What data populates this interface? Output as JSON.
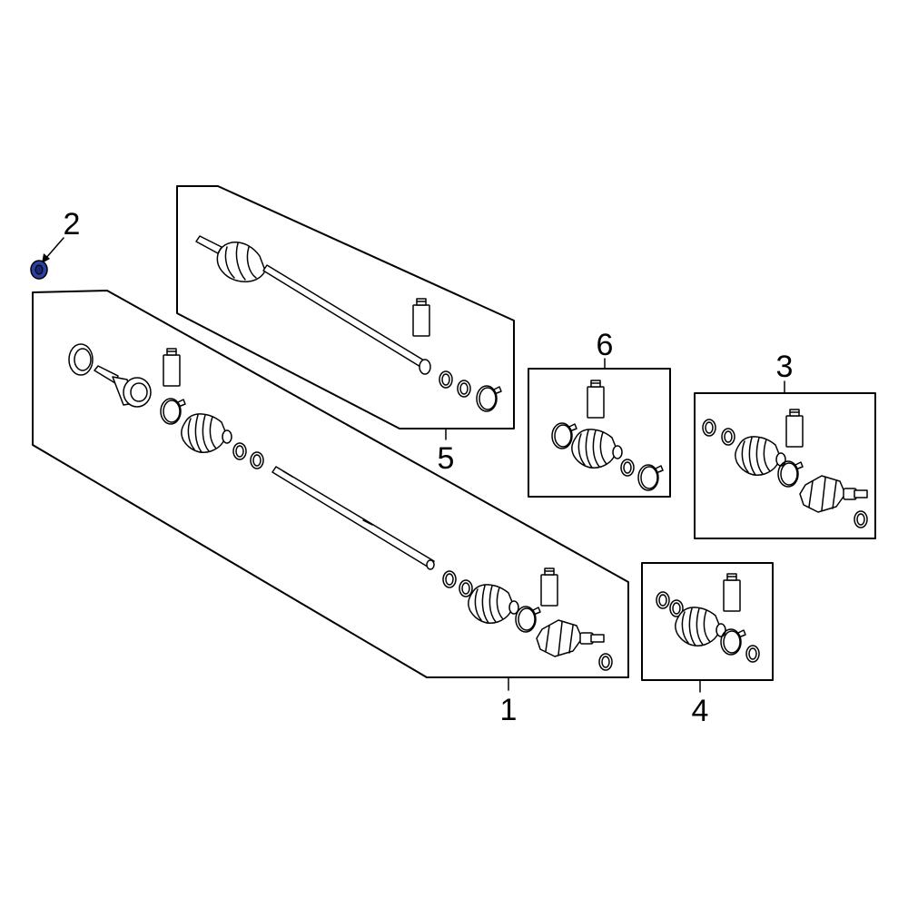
{
  "callouts": {
    "c1": "1",
    "c2": "2",
    "c3": "3",
    "c4": "4",
    "c5": "5",
    "c6": "6"
  },
  "colors": {
    "line": "#000000",
    "background": "#ffffff",
    "highlight_part": "#2b3f9e"
  }
}
